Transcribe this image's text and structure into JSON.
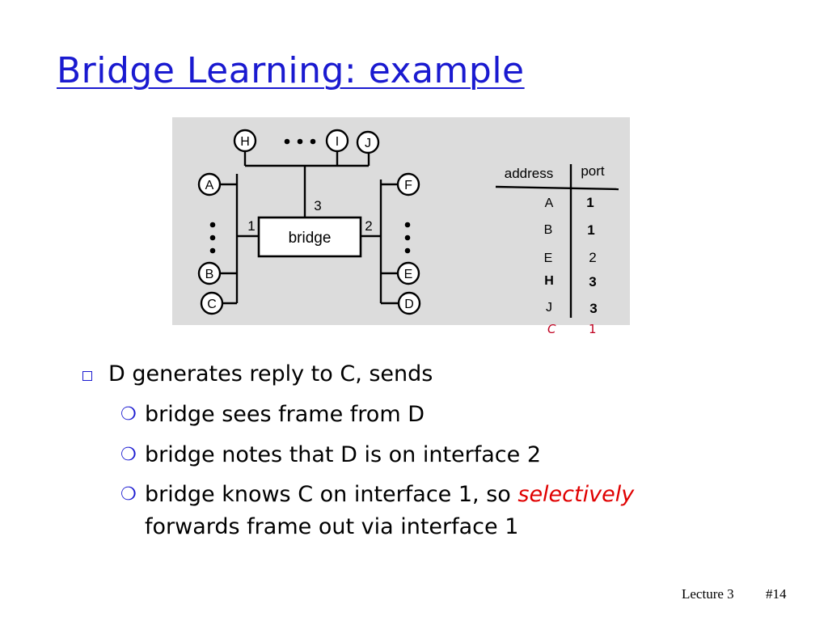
{
  "slide": {
    "title": "Bridge Learning: example"
  },
  "diagram": {
    "top_hosts": [
      "H",
      "I",
      "J"
    ],
    "left_hosts": [
      "A",
      "B",
      "C"
    ],
    "right_hosts": [
      "F",
      "E",
      "D"
    ],
    "bridge_label": "bridge",
    "port_labels": [
      "1",
      "2",
      "3"
    ],
    "table": {
      "header_address": "address",
      "header_port": "port",
      "rows": [
        {
          "address": "A",
          "port": "1"
        },
        {
          "address": "B",
          "port": "1"
        },
        {
          "address": "E",
          "port": "2"
        },
        {
          "address": "H",
          "port": "3"
        },
        {
          "address": "J",
          "port": "3"
        }
      ],
      "new_row": {
        "address": "C",
        "port": "1",
        "color": "#c00020"
      }
    }
  },
  "bullets": {
    "main": "D generates reply to C, sends",
    "sub1": "bridge sees frame from D",
    "sub2": "bridge notes that D is on interface 2",
    "sub3_prefix": "bridge knows C on interface 1, so ",
    "sub3_highlight": "selectively",
    "sub3_cont": "forwards frame out via interface 1",
    "highlight_color": "#e00000",
    "accent_color": "#1a1ad0"
  },
  "footer": {
    "lecture": "Lecture 3",
    "slide_number": "#14"
  }
}
